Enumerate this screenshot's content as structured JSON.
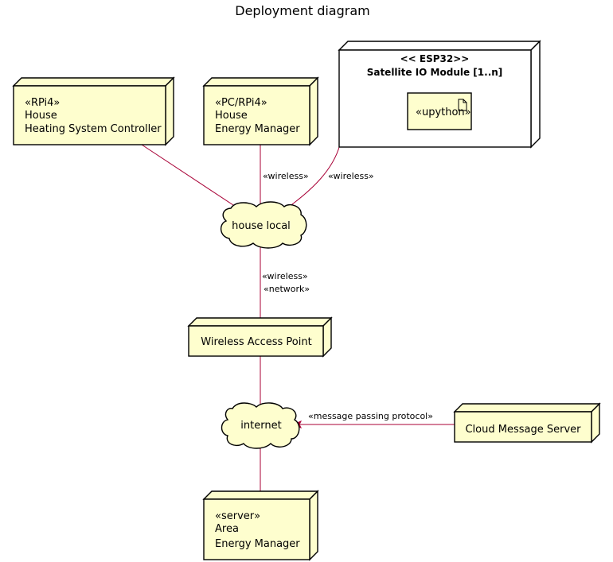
{
  "title": "Deployment diagram",
  "nodes": {
    "heating": {
      "stereotype": "«RPi4»",
      "line1": "House",
      "line2": "Heating System Controller"
    },
    "energy": {
      "stereotype": "«PC/RPi4»",
      "line1": "House",
      "line2": "Energy Manager"
    },
    "esp32": {
      "stereotype": "<<  ESP32>>",
      "name": "Satellite IO Module [1..n]",
      "artifact": "«upython»"
    },
    "house_local": {
      "label": "house local"
    },
    "wap": {
      "label": "Wireless Access Point"
    },
    "internet": {
      "label": "internet"
    },
    "cloud": {
      "label": "Cloud Message Server"
    },
    "area": {
      "stereotype": "«server»",
      "line1": "Area",
      "line2": "Energy Manager"
    }
  },
  "edges": {
    "energy_local": "«wireless»",
    "esp_local": "«wireless»",
    "local_wap_1": "«wireless»",
    "local_wap_2": "«network»",
    "internet_cloud": "«message passing protocol»"
  },
  "colors": {
    "node_fill": "#FEFECE",
    "edge": "#A80036",
    "esp_fill": "#FFFFFF"
  }
}
